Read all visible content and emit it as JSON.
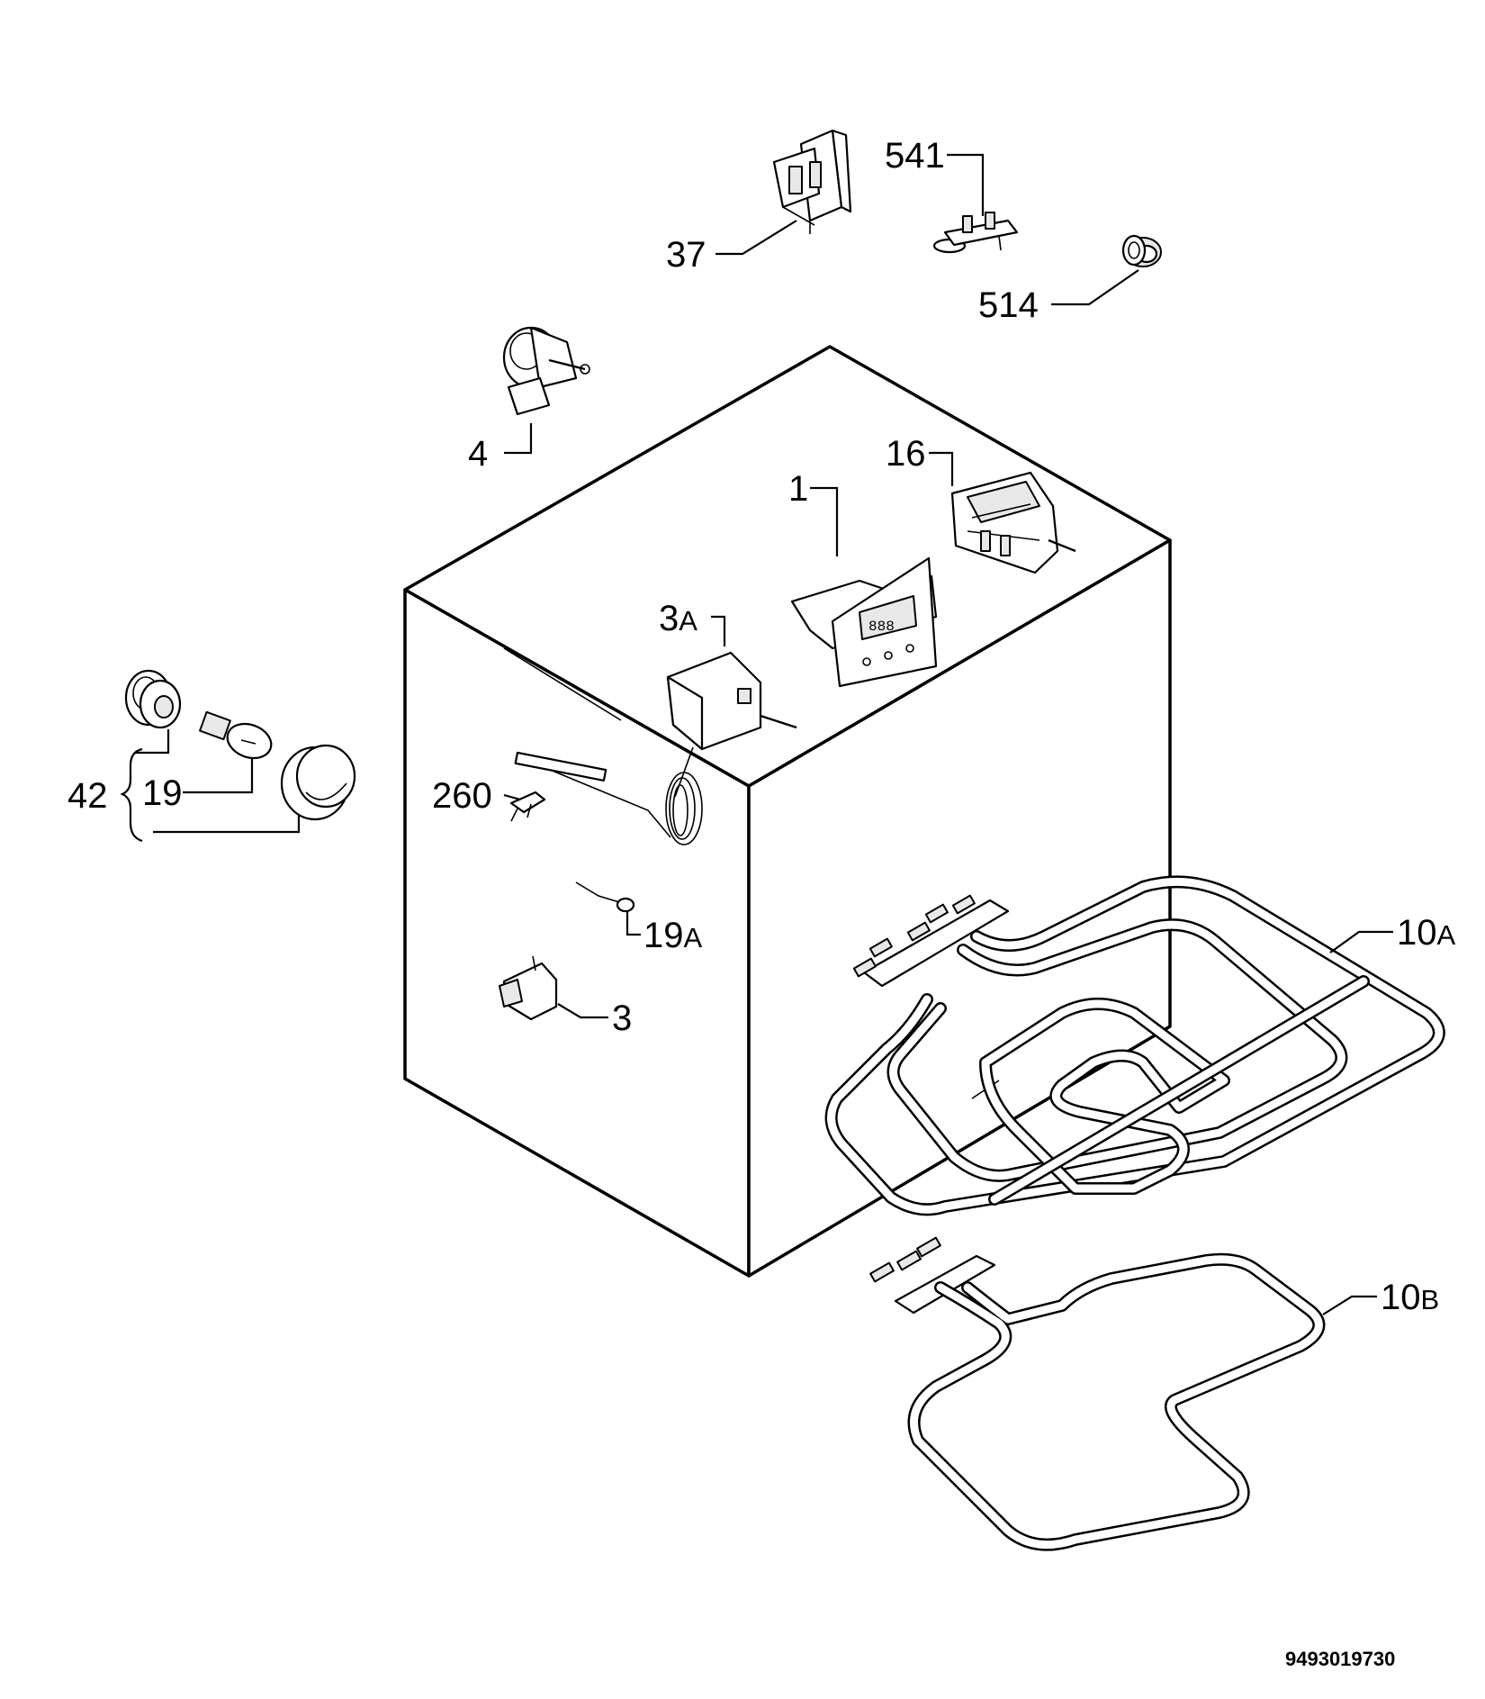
{
  "callouts": {
    "p541": "541",
    "p37": "37",
    "p514": "514",
    "p4": "4",
    "p16": "16",
    "p1": "1",
    "p3a_num": "3",
    "p3a_sfx": "A",
    "p42": "42",
    "p19": "19",
    "p260": "260",
    "p19a_num": "19",
    "p19a_sfx": "A",
    "p3": "3",
    "p10a_num": "10",
    "p10a_sfx": "A",
    "p10b_num": "10",
    "p10b_sfx": "B"
  },
  "document_number": "9493019730"
}
